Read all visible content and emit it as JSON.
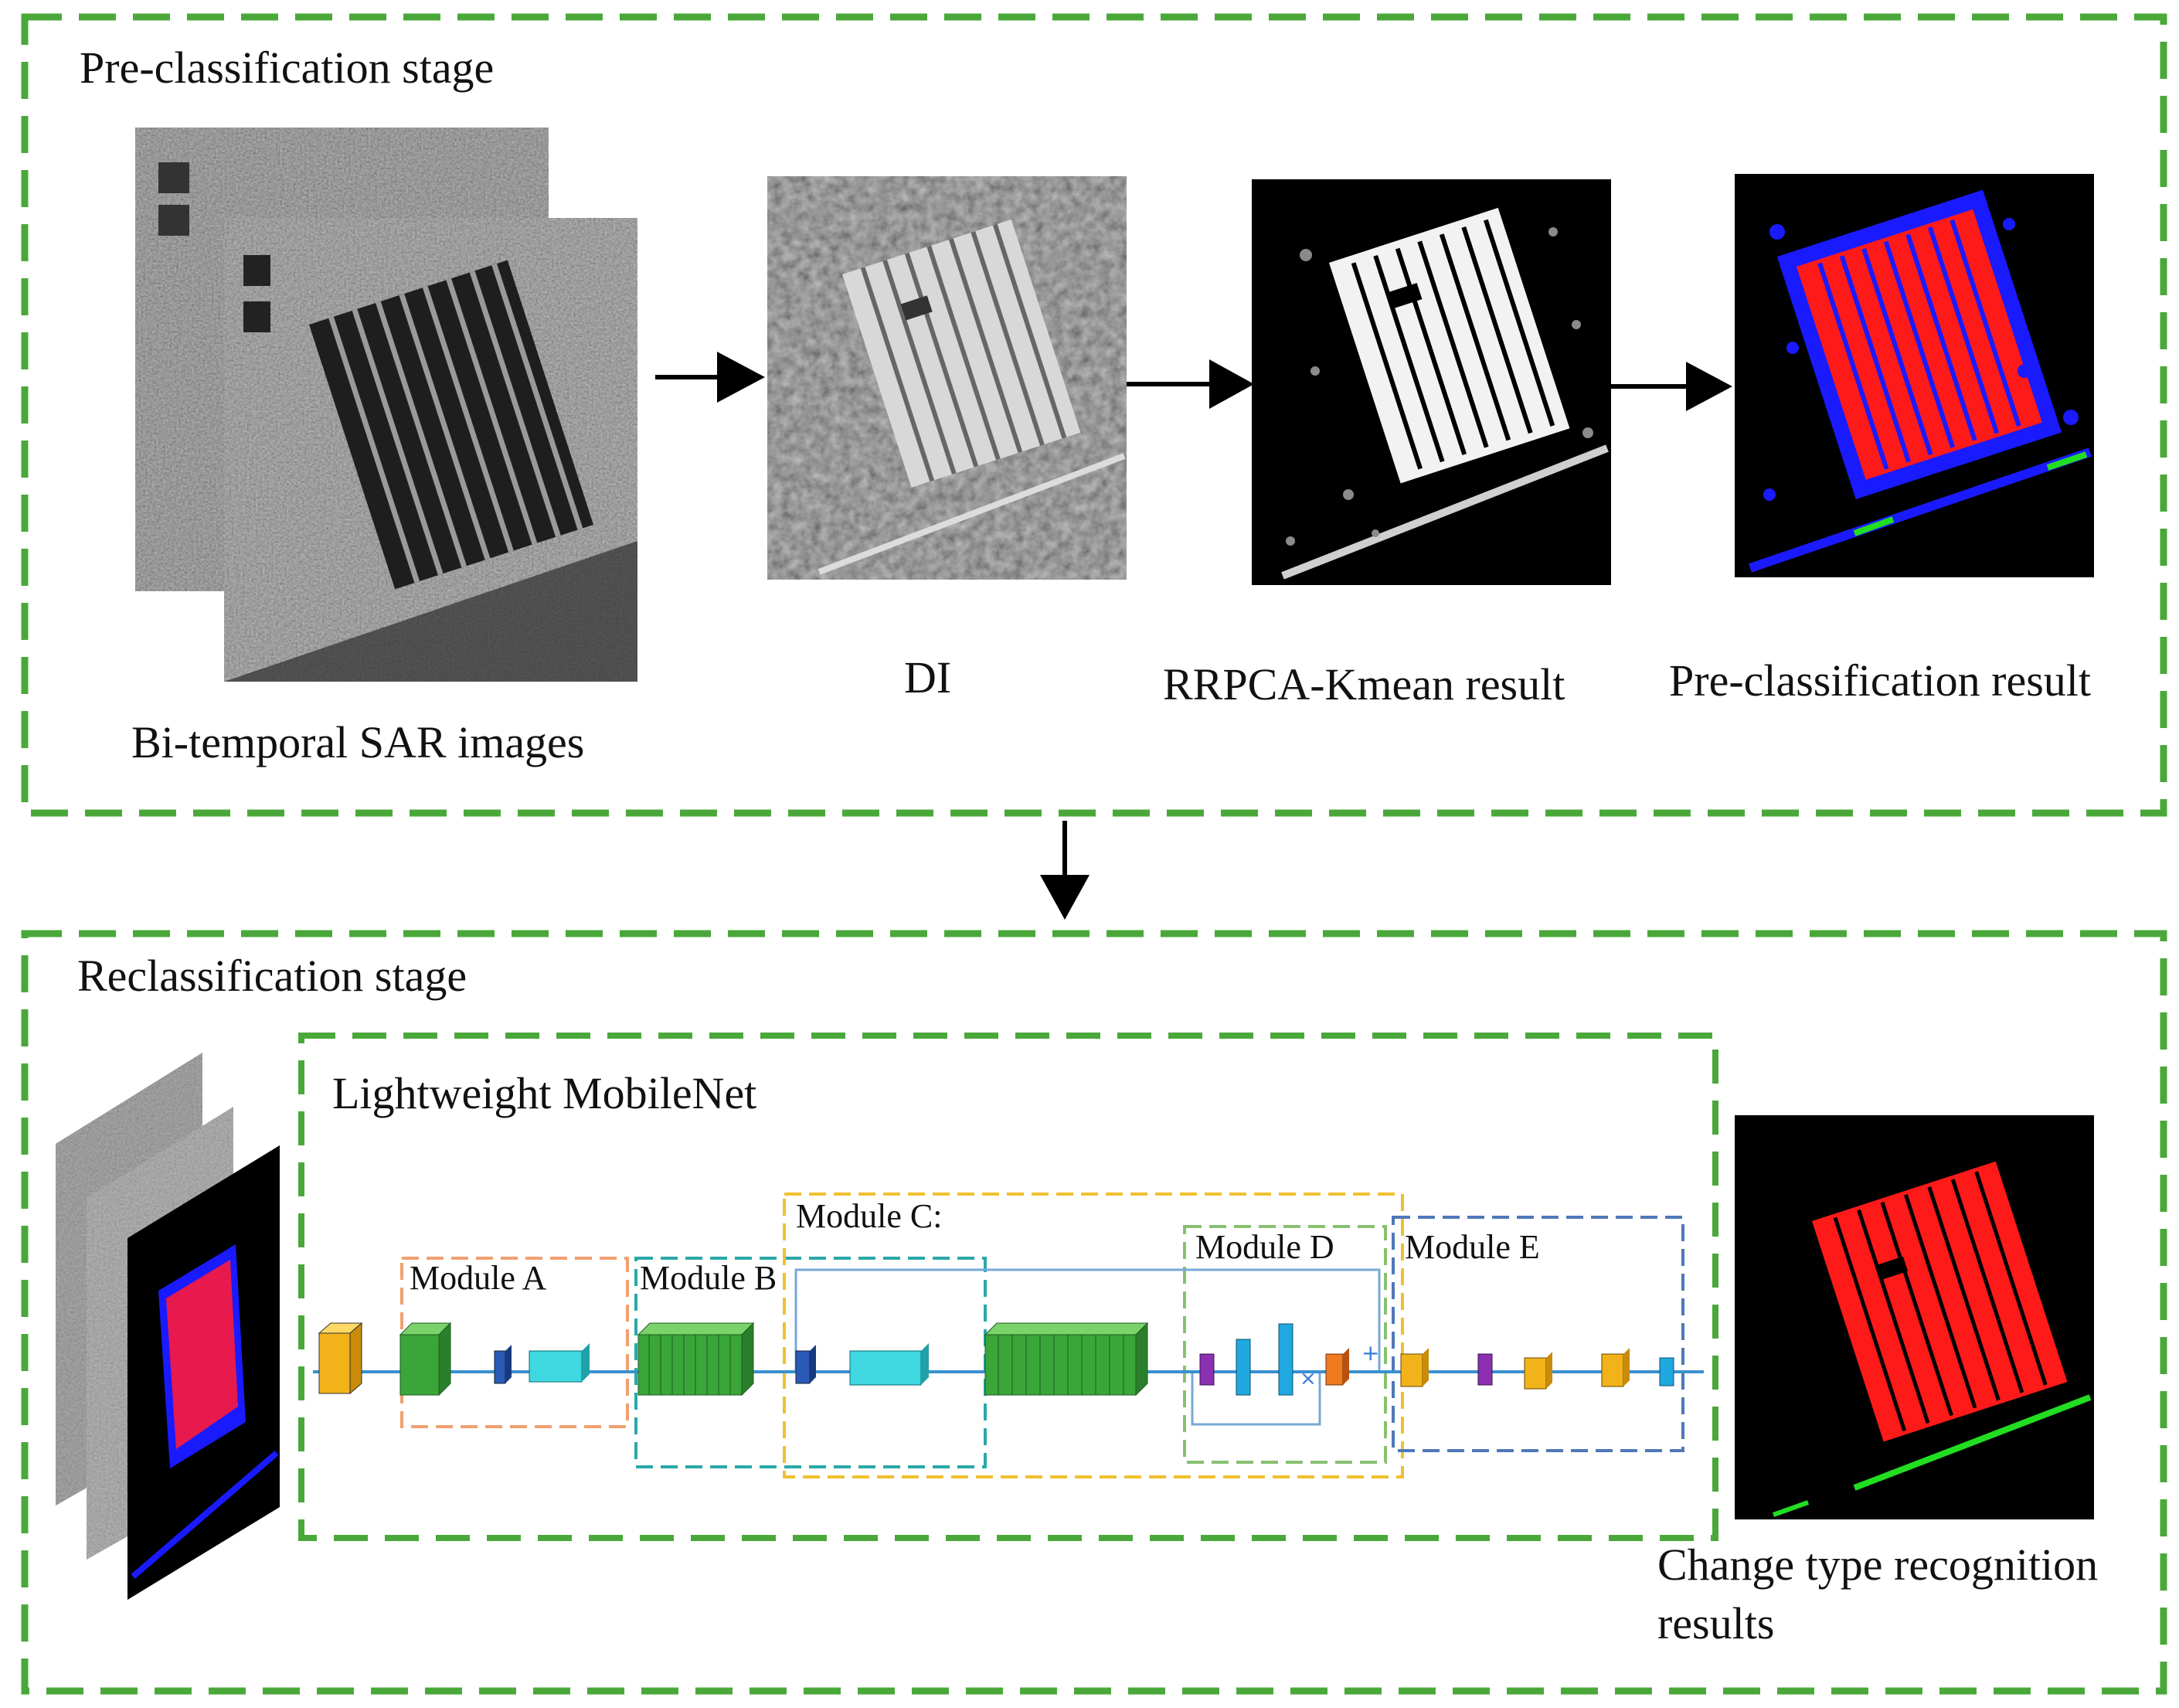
{
  "stages": {
    "pre": {
      "title": "Pre-classification stage",
      "images": {
        "sar": "Bi-temporal SAR images",
        "di": "DI",
        "rrpca": "RRPCA-Kmean result",
        "pre_result": "Pre-classification result"
      }
    },
    "re": {
      "title": "Reclassification stage",
      "network_title": "Lightweight MobileNet",
      "modules": [
        "Module A",
        "Module B",
        "Module C:",
        "Module D",
        "Module E"
      ],
      "output_line1": "Change type recognition",
      "output_line2": "results"
    }
  },
  "colors": {
    "stage_border": "#4aa83a",
    "module_a": "#f0a070",
    "module_b": "#2aa8a8",
    "module_c": "#f0c030",
    "module_d": "#88c070",
    "module_e": "#5078b8",
    "changed_red": "#ff1a1a",
    "changed_blue": "#1a1aff",
    "changed_green": "#22dd22"
  }
}
